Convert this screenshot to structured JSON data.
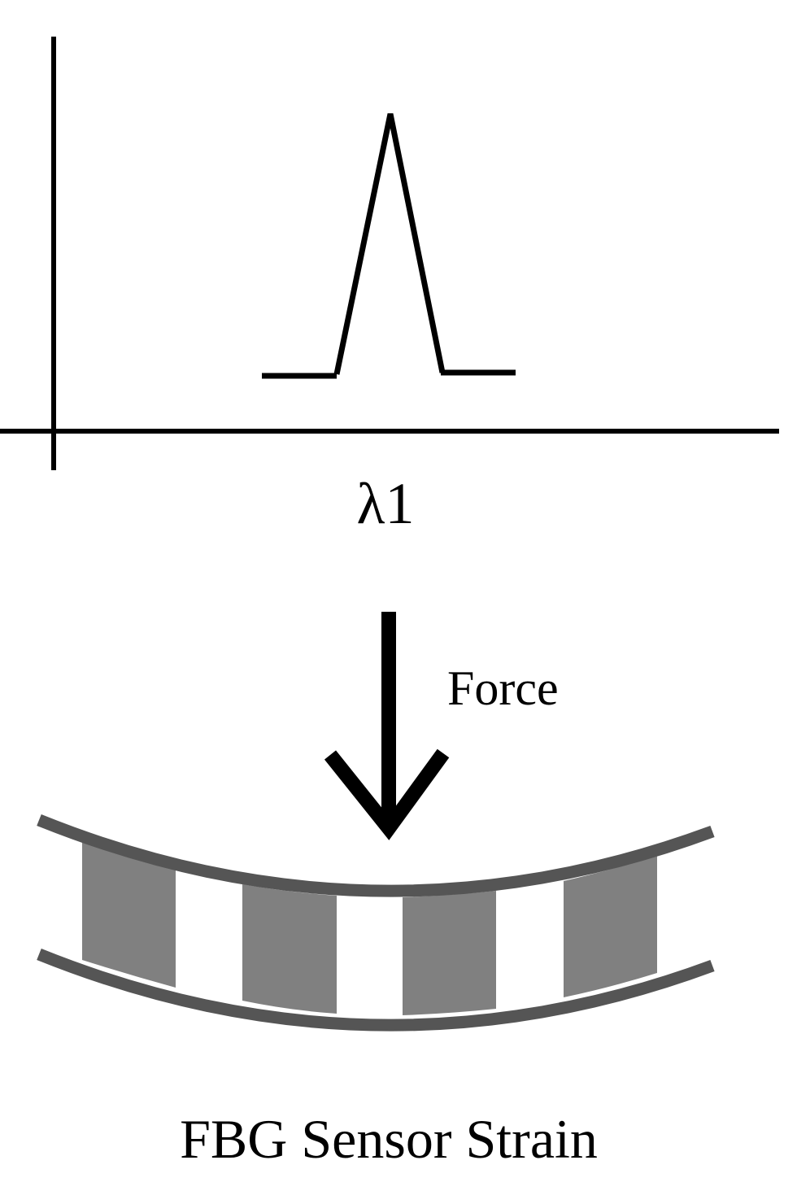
{
  "spectrum": {
    "peak_label": "λ1"
  },
  "force": {
    "label": "Force"
  },
  "caption": "FBG Sensor Strain",
  "colors": {
    "ink": "#000000",
    "fiber_edge": "#555555",
    "grating_fill": "#808080",
    "background": "#ffffff"
  }
}
